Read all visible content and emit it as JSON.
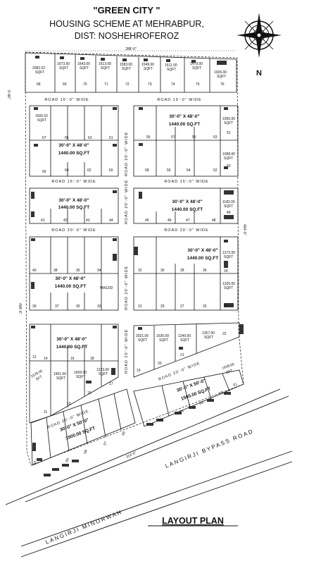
{
  "header": {
    "title": "\"GREEN CITY \"",
    "line1": "HOUSING SCHEME AT MEHRABPUR,",
    "line2": "DIST: NOSHEHROFEROZ"
  },
  "footer": {
    "label": "LAYOUT PLAN"
  },
  "compass": {
    "north_label": "N"
  },
  "dimensions": {
    "top": "288'-6\"",
    "left_top": "6'-66\"",
    "left_bottom": "499'-6\"",
    "right": "464'-6\"",
    "bottom": "314'-6\""
  },
  "roads": {
    "r1": "ROAD 15'-0\" WIDE",
    "r1b": "ROAD 15'-0\" WIDE",
    "r2": "ROAD 15'-0\" WIDE",
    "r2b": "ROAD 15'-0\" WIDE",
    "r3": "ROAD 20'-0\" WIDE",
    "r3b": "ROAD 20'-0\" WIDE",
    "v1": "ROAD 20'-0\" WIDE",
    "v2": "ROAD 20'-0\" WIDE",
    "v3": "ROAD 20'-0\" WIDE",
    "v4": "ROAD 20'-0\" WIDE",
    "d1": "ROAD 20'-0\" WIDE",
    "d2": "ROAD 20'-0\" WIDE",
    "bypass": "LANGIRJI BYPASS ROAD",
    "minor": "LANGIRJI MINORWAH"
  },
  "top_row": [
    {
      "no": "68",
      "area": "2082.02",
      "unit": "SQFT"
    },
    {
      "no": "69",
      "area": "1673.50",
      "unit": "SQFT"
    },
    {
      "no": "70",
      "area": "1643.00",
      "unit": "SQFT"
    },
    {
      "no": "71",
      "area": "1613.00",
      "unit": "SQFT"
    },
    {
      "no": "72",
      "area": "1583.00",
      "unit": "SQFT"
    },
    {
      "no": "73",
      "area": "1549.00",
      "unit": "SQFT"
    },
    {
      "no": "74",
      "area": "1511.00",
      "unit": "SQFT"
    },
    {
      "no": "75",
      "area": "1478.00",
      "unit": "SQFT"
    },
    {
      "no": "76",
      "area": "1926.00",
      "unit": "SQFT"
    }
  ],
  "plot_labels": {
    "a67": "1505.02",
    "a67u": "SQFT",
    "a51": "1056.00",
    "a51u": "SQFT",
    "a50": "1098.00",
    "a50u": "SQFT",
    "a49": "1182.00",
    "a49u": "SQFT",
    "a24": "1272.00",
    "a24u": "SQFT",
    "a23": "1326.00",
    "a23u": "SQFT",
    "a19": "2021.00",
    "a19u": "SQFT",
    "a20": "1635.00",
    "a20u": "SQFT",
    "a21": "1249.00",
    "a21u": "SQFT",
    "a22": "1357.00",
    "a22u": "SQFT",
    "a11": "2378.00",
    "a11u": "SFT",
    "a13": "1901.00",
    "a13u": "SQFT",
    "a15": "1609.00",
    "a15u": "SQFT",
    "a17": "1223.00",
    "a17u": "SQFT",
    "a1": "1638.00",
    "a1u": "SFT",
    "masjid": "MASJID"
  },
  "block_dims": {
    "b1": "30'-0\" X 48'-0\"",
    "b1a": "1440.00 SQ.FT",
    "b2": "30'-0\" X 48'-0\"",
    "b2a": "1440.00 SQ.FT",
    "b3": "30'-0\" X 48'-0\"",
    "b3a": "1440.00 SQ.FT",
    "b4": "30'-0\" X 48'-0\"",
    "b4a": "1440.00 SQ.FT",
    "b5": "30'-0\" X 48'-0\"",
    "b5a": "1440.00 SQ.FT",
    "b6": "30'-0\" X 48'-0\"",
    "b6a": "1440.00 SQ.FT",
    "b7": "30'-0\" X 48'-0\"",
    "b7a": "1440.00 SQ.FT",
    "b8": "30'-0\" X 50'-0\"",
    "b8a": "1500.00 SQ.FT",
    "b9": "30'-0\" X 50'-0\"",
    "b9a": "1500.00 SQ.FT"
  },
  "plot_numbers": {
    "n67": "67",
    "n65": "65",
    "n63": "63",
    "n61": "61",
    "n66": "66",
    "n64": "64",
    "n62": "62",
    "n60": "60",
    "n59": "59",
    "n57": "57",
    "n55": "55",
    "n53": "53",
    "n51": "51",
    "n58": "58",
    "n56": "56",
    "n54": "54",
    "n52": "52",
    "n50": "50",
    "n41": "41",
    "n42": "42",
    "n43": "43",
    "n44": "44",
    "n45": "45",
    "n46": "46",
    "n47": "47",
    "n48": "48",
    "n49": "49",
    "n40": "40",
    "n38": "38",
    "n36": "36",
    "n34": "34",
    "n39": "39",
    "n37": "37",
    "n35": "35",
    "n33": "33",
    "n32": "32",
    "n30": "30",
    "n28": "28",
    "n26": "26",
    "n24": "24",
    "n31": "31",
    "n29": "29",
    "n27": "27",
    "n25": "25",
    "n23": "23",
    "n14": "14",
    "n16": "16",
    "n18": "18",
    "n12": "12",
    "n13": "13",
    "n15": "15",
    "n17": "17",
    "n11": "11",
    "n19": "19",
    "n20": "20",
    "n21": "21",
    "n22": "22",
    "n01": "01",
    "n02": "02",
    "n03": "03",
    "n04": "04",
    "n05": "05",
    "n06": "06",
    "n07": "07",
    "n08": "08",
    "n09": "09",
    "n10": "10"
  }
}
